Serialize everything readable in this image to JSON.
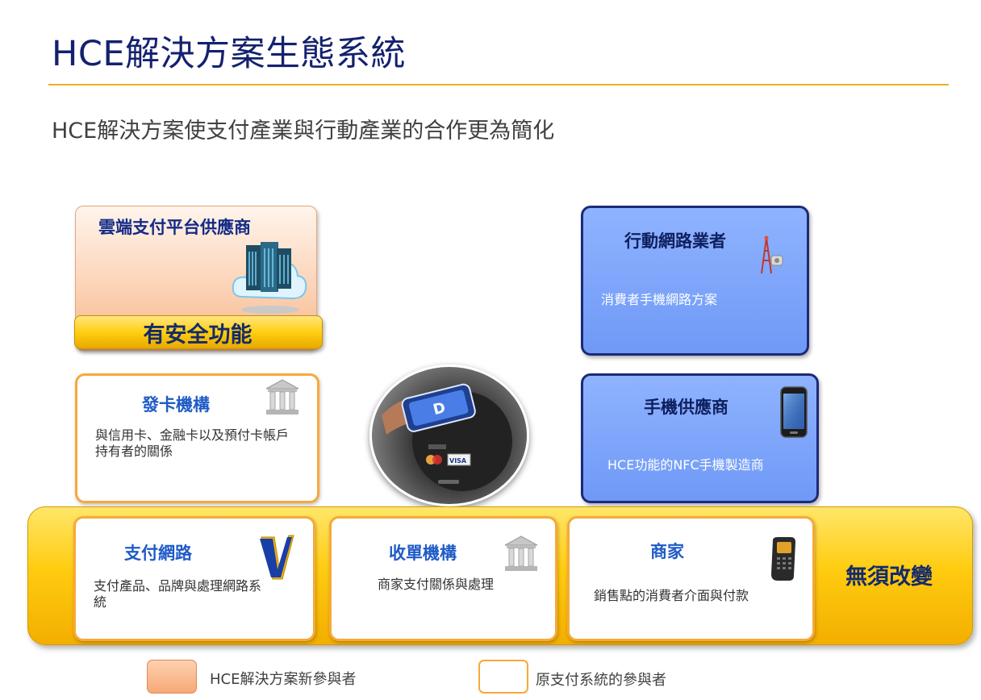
{
  "header": {
    "title": "HCE解決方案生態系統",
    "subtitle": "HCE解決方案使支付產業與行動產業的合作更為簡化"
  },
  "cloud_provider": {
    "title": "雲端支付平台供應商",
    "security_label": "有安全功能",
    "icon": "cloud-server-icon"
  },
  "mobile_network": {
    "title": "行動網路業者",
    "text": "消費者手機網路方案",
    "icon": "cell-tower-icon"
  },
  "handset_vendor": {
    "title": "手機供應商",
    "text": "HCE功能的NFC手機製造商",
    "icon": "smartphone-icon"
  },
  "issuer": {
    "title": "發卡機構",
    "text": "與信用卡、金融卡以及預付卡帳戶持有者的關係",
    "icon": "bank-building-icon"
  },
  "payment_network": {
    "title": "支付網路",
    "text": "支付產品、品牌與處理網路系統",
    "icon": "visa-v-icon"
  },
  "acquirer": {
    "title": "收單機構",
    "text": "商家支付關係與處理",
    "icon": "bank-building-icon"
  },
  "merchant": {
    "title": "商家",
    "text": "銷售點的消費者介面與付款",
    "icon": "pos-terminal-icon"
  },
  "band_label": "無須改變",
  "photo": {
    "card_brand": "VISA"
  },
  "legend": {
    "new_participant": "HCE解決方案新參與者",
    "original_participant": "原支付系統的參與者"
  },
  "colors": {
    "title_navy": "#14216f",
    "rule_gold": "#e9b022",
    "orange_border": "#f7a93a",
    "blue_fill": "#7aa2fa",
    "yellow_band": "#ffcc10"
  }
}
